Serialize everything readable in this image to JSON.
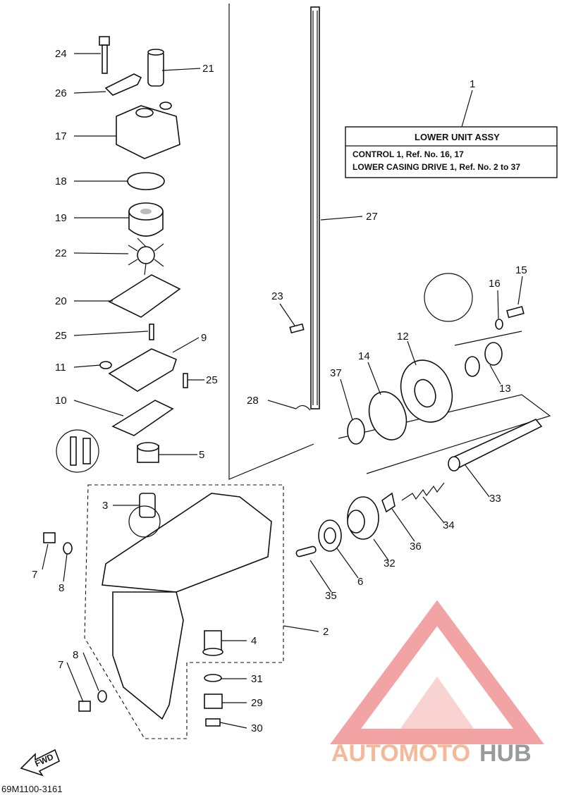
{
  "assembly_box": {
    "ref_number": "1",
    "title": "LOWER UNIT ASSY",
    "line1": "CONTROL 1, Ref. No. 16, 17",
    "line2": "LOWER CASING DRIVE 1, Ref. No. 2 to 37"
  },
  "callouts": [
    "24",
    "21",
    "26",
    "17",
    "18",
    "19",
    "22",
    "20",
    "25",
    "9",
    "11",
    "25",
    "10",
    "5",
    "3",
    "7",
    "8",
    "7",
    "8",
    "4",
    "31",
    "29",
    "30",
    "2",
    "27",
    "23",
    "28",
    "37",
    "14",
    "12",
    "16",
    "15",
    "13",
    "33",
    "34",
    "36",
    "32",
    "6",
    "35"
  ],
  "fwd_label": "FWD",
  "diagram_code": "69M1100-3161",
  "watermark": {
    "text_part1": "AUTOMOTO",
    "text_part2": "HUB",
    "color_primary": "#e85a5a",
    "color_secondary": "#9a9a9a"
  }
}
